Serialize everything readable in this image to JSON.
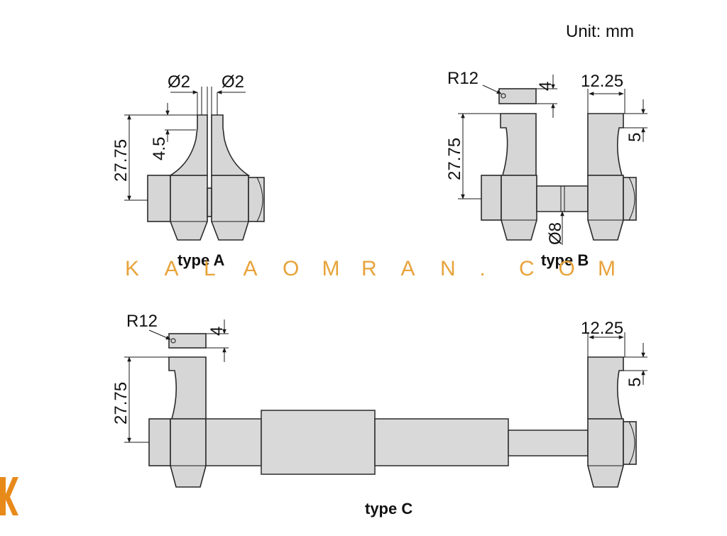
{
  "unit_label": "Unit: mm",
  "type_a": {
    "caption": "type A",
    "dim_diameter_left": "Ø2",
    "dim_diameter_right": "Ø2",
    "dim_height": "27.75",
    "dim_tip": "4.5"
  },
  "type_b": {
    "caption": "type B",
    "dim_radius": "R12",
    "dim_thickness": "4",
    "dim_width": "12.25",
    "dim_height": "27.75",
    "dim_step": "5",
    "dim_rod": "Ø8"
  },
  "type_c": {
    "caption": "type C",
    "dim_radius": "R12",
    "dim_thickness": "4",
    "dim_width": "12.25",
    "dim_height": "27.75",
    "dim_step": "5"
  },
  "watermark": {
    "letters": [
      "K",
      "A",
      "L",
      "A",
      "O",
      "M",
      "R",
      "A",
      "N",
      ".",
      "C",
      "O",
      "M"
    ],
    "color": "#e8a33a"
  },
  "logo_glyph": "K"
}
